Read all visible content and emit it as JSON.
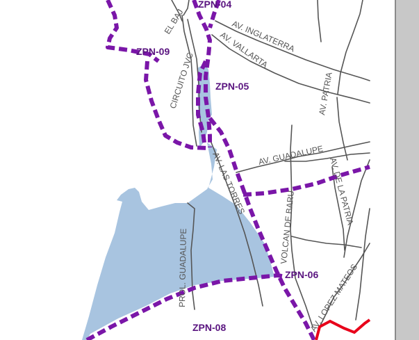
{
  "colors": {
    "zone_border": "#7a16a8",
    "zone_label": "#5a1580",
    "highlight_fill": "#a8c4e0",
    "road": "#555555",
    "street_label": "#555555",
    "alert_line": "#e8001a",
    "panel_fill": "#c8c8c8",
    "panel_edge": "#8a8a8a"
  },
  "zones": [
    {
      "id": "zpn04",
      "label": "ZPN-04"
    },
    {
      "id": "zpn09",
      "label": "ZPN-09"
    },
    {
      "id": "zpn05",
      "label": "ZPN-05"
    },
    {
      "id": "zpn06",
      "label": "ZPN-06"
    },
    {
      "id": "zpn08",
      "label": "ZPN-08"
    }
  ],
  "streets": [
    {
      "id": "el-bajio",
      "label": "EL BAJ"
    },
    {
      "id": "av-inglaterra",
      "label": "AV. INGLATERRA"
    },
    {
      "id": "av-vallarta",
      "label": "AV. VALLARTA"
    },
    {
      "id": "circuito-jvc",
      "label": "CIRCUITO JVC"
    },
    {
      "id": "av-patria",
      "label": "AV. PATRIA"
    },
    {
      "id": "av-guadalupe",
      "label": "AV. GUADALUPE"
    },
    {
      "id": "av-las-torres",
      "label": "AV. LAS TORRES"
    },
    {
      "id": "volcan-de-baru",
      "label": "VOLCAN DE BARU"
    },
    {
      "id": "av-de-la-patria",
      "label": "AV. DE LA PATRIA"
    },
    {
      "id": "prol-guadalupe",
      "label": "PROL. GUADALUPE"
    },
    {
      "id": "av-lopez-mateos",
      "label": "AV. LOPEZ MATEOS"
    }
  ]
}
